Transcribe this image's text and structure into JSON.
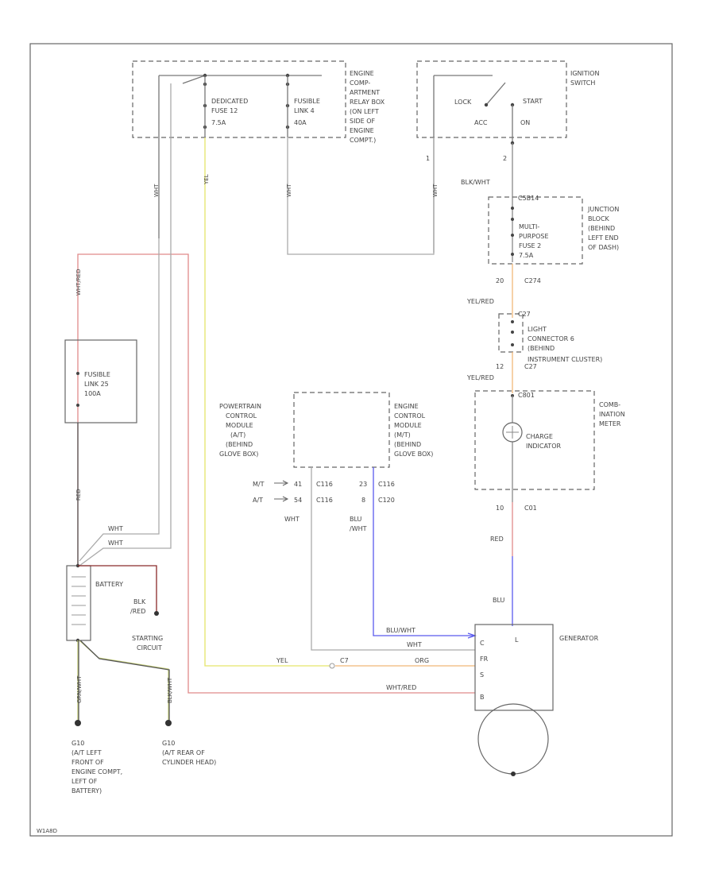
{
  "colors": {
    "wht": "#a9a9a9",
    "yel": "#e5e56a",
    "red": "#e08a8a",
    "org": "#f0b878",
    "blu": "#5a5aee",
    "blk": "#555555",
    "grn": "#c8d27a",
    "dkred": "#8a2a2a"
  },
  "engine_box": {
    "fuse1": [
      "DEDICATED",
      "FUSE 12",
      "7.5A"
    ],
    "fuse2": [
      "FUSIBLE",
      "LINK 4",
      "40A"
    ],
    "desc": [
      "ENGINE",
      "COMP-",
      "ARTMENT",
      "RELAY BOX",
      "(ON LEFT",
      "SIDE OF",
      "ENGINE",
      "COMPT.)"
    ]
  },
  "ignition": {
    "title": [
      "IGNITION",
      "SWITCH"
    ],
    "lock": "LOCK",
    "acc": "ACC",
    "start": "START",
    "on": "ON",
    "pin1": "1",
    "pin2": "2",
    "wire": "BLK/WHT"
  },
  "junction": {
    "conn": "C5B14",
    "fuse": [
      "MULTI-",
      "PURPOSE",
      "FUSE 2",
      "7.5A"
    ],
    "desc": [
      "JUNCTION",
      "BLOCK",
      "(BEHIND",
      "LEFT END",
      "OF DASH)"
    ],
    "pin": "20",
    "conn2": "C274",
    "wire": "YEL/RED"
  },
  "light_conn": {
    "conn": "C27",
    "desc": [
      "LIGHT",
      "CONNECTOR 6",
      "(BEHIND",
      "INSTRUMENT CLUSTER)"
    ],
    "pin": "12",
    "conn2": "C27",
    "wire": "YEL/RED"
  },
  "combo_meter": {
    "conn": "C801",
    "lamp": [
      "CHARGE",
      "INDICATOR"
    ],
    "desc": [
      "COMB-",
      "INATION",
      "METER"
    ],
    "pin": "10",
    "conn2": "C01",
    "wire1": "RED",
    "wire2": "BLU"
  },
  "fusible25": [
    "FUSIBLE",
    "LINK 25",
    "100A"
  ],
  "pcm": {
    "left": [
      "POWERTRAIN",
      "CONTROL",
      "MODULE",
      "(A/T)",
      "(BEHIND",
      "GLOVE BOX)"
    ],
    "right": [
      "ENGINE",
      "CONTROL",
      "MODULE",
      "(M/T)",
      "(BEHIND",
      "GLOVE BOX)"
    ],
    "mt": "M/T",
    "at": "A/T",
    "p41": "41",
    "p54": "54",
    "c1": "C116",
    "c2": "C116",
    "p23": "23",
    "p8": "8",
    "c3": "C116",
    "c4": "C120",
    "wire1": "WHT",
    "wire2": [
      "BLU",
      "/WHT"
    ]
  },
  "battery": {
    "label": "BATTERY",
    "wire": [
      "BLK",
      "/RED"
    ],
    "starting": [
      "STARTING",
      "CIRCUIT"
    ]
  },
  "generator": {
    "label": "GENERATOR",
    "pinL": "L",
    "pinC": "C",
    "pinFR": "FR",
    "pinS": "S",
    "pinB": "B",
    "wBlu": "BLU/WHT",
    "wWht": "WHT",
    "wYel": "YEL",
    "wOrg": "ORG",
    "wRed": "WHT/RED",
    "c17": "C7"
  },
  "wire_labels": {
    "wht": "WHT",
    "yel": "YEL",
    "whtred": "WHT/RED",
    "red": "RED",
    "blkv": "BLK/WHT",
    "grnv": "GRN/WHT"
  },
  "grounds": {
    "g1": [
      "G10",
      "(A/T LEFT",
      "FRONT OF",
      "ENGINE COMPT,",
      "LEFT OF",
      "BATTERY)"
    ],
    "g2": [
      "G10",
      "(A/T REAR OF",
      "CYLINDER HEAD)"
    ]
  },
  "footer": "W1A8D"
}
